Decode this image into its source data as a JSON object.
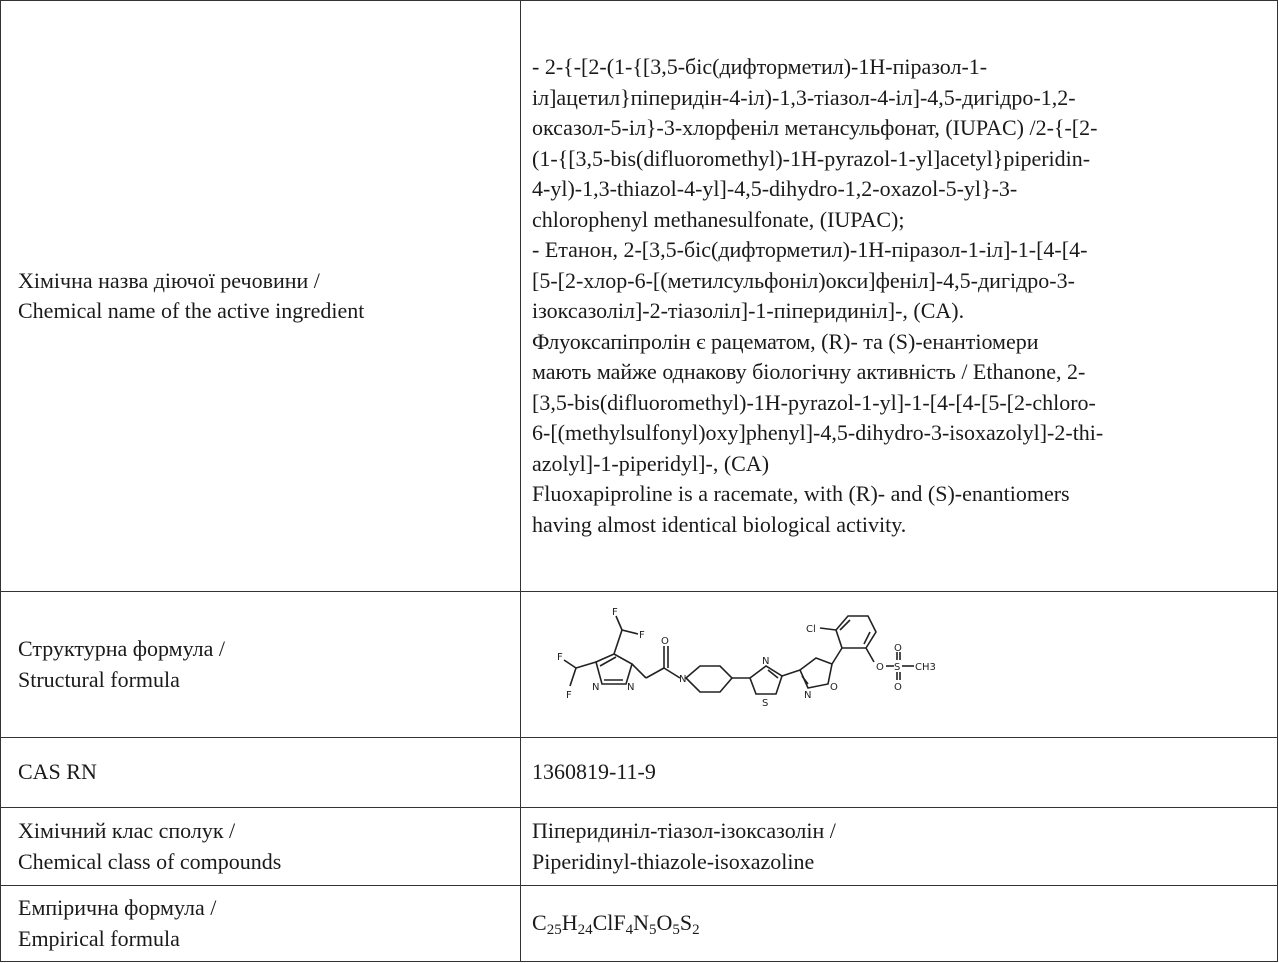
{
  "rows": [
    {
      "label_lines": [
        "Хімічна назва діючої речовини /",
        "Chemical name of the active ingredient"
      ],
      "value_lines": [
        "- 2-{-[2-(1-{[3,5-біс(дифторметил)-1H-піразол-1-",
        "іл]ацетил}піперидін-4-іл)-1,3-тіазол-4-іл]-4,5-дигідро-1,2-",
        "оксазол-5-іл}-3-хлорфеніл метансульфонат, (IUPAC) /2-{-[2-",
        "(1-{[3,5-bis(difluoromethyl)-1H-pyrazol-1-yl]acetyl}piperidin-",
        "4-yl)-1,3-thiazol-4-yl]-4,5-dihydro-1,2-oxazol-5-yl}-3-",
        "chlorophenyl methanesulfonate, (IUPAC);",
        "- Етанон, 2-[3,5-біс(дифторметил)-1H-піразол-1-іл]-1-[4-[4-",
        "[5-[2-хлор-6-[(метилсульфоніл)окси]феніл]-4,5-дигідро-3-",
        "ізоксазоліл]-2-тіазоліл]-1-піперидиніл]-, (CA).",
        "Флуоксапіпролін є рацематом, (R)- та (S)-енантіомери",
        "мають майже однакову біологічну активність / Ethanone, 2-",
        "[3,5-bis(difluoromethyl)-1H-pyrazol-1-yl]-1-[4-[4-[5-[2-chloro-",
        "6-[(methylsulfonyl)oxy]phenyl]-4,5-dihydro-3-isoxazolyl]-2-thi-",
        "azolyl]-1-piperidyl]-, (CA)",
        "Fluoxapiproline is a racemate, with (R)- and (S)-enantiomers",
        "having almost identical biological activity."
      ]
    },
    {
      "label_lines": [
        "Структурна формула /",
        "Structural formula"
      ],
      "structure": {
        "atoms": {
          "f1": "F",
          "f2": "F",
          "f3": "F",
          "f4": "F",
          "n_pz2": "N",
          "n_pz1": "N",
          "o_carbonyl": "O",
          "n_pip": "N",
          "n_thz": "N",
          "s_thz": "S",
          "o_iso": "O",
          "n_iso": "N",
          "cl": "Cl",
          "o_ester": "O",
          "s_sulf": "S",
          "o_s1": "O",
          "o_s2": "O",
          "methyl": "CH3"
        }
      }
    },
    {
      "label_lines": [
        "CAS RN"
      ],
      "value_lines": [
        "1360819-11-9"
      ]
    },
    {
      "label_lines": [
        "Хімічний клас сполук /",
        "Chemical class of compounds"
      ],
      "value_lines": [
        "Піперидиніл-тіазол-ізоксазолін /",
        "Piperidinyl-thiazole-isoxazoline"
      ]
    },
    {
      "label_lines": [
        "Емпірична формула /",
        "Empirical formula"
      ],
      "formula_parts": [
        {
          "t": "C"
        },
        {
          "t": "25",
          "sub": true
        },
        {
          "t": "H"
        },
        {
          "t": "24",
          "sub": true
        },
        {
          "t": "ClF"
        },
        {
          "t": "4",
          "sub": true
        },
        {
          "t": "N"
        },
        {
          "t": "5",
          "sub": true
        },
        {
          "t": "O"
        },
        {
          "t": "5",
          "sub": true
        },
        {
          "t": "S"
        },
        {
          "t": "2",
          "sub": true
        }
      ]
    }
  ]
}
